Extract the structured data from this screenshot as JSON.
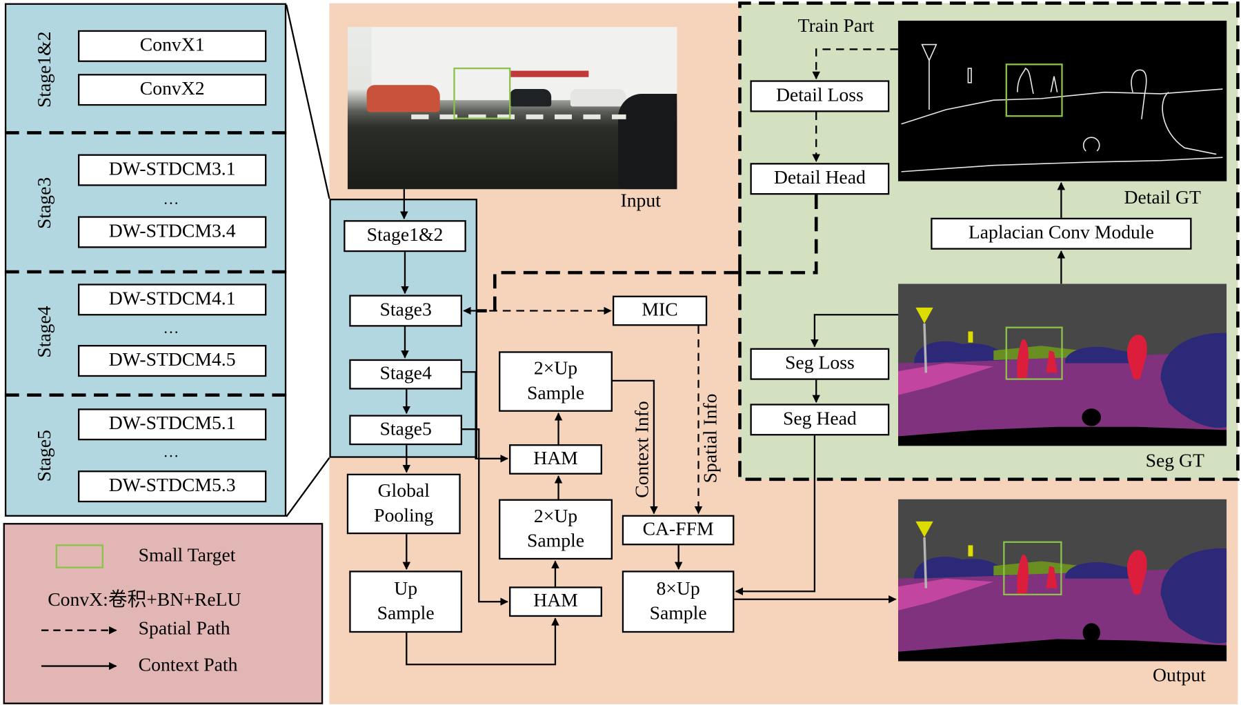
{
  "colors": {
    "backbone_blue": "#b3d7e1",
    "legend_pink": "#e2b6b4",
    "main_peach": "#f5d4bb",
    "train_green": "#d4e1c0",
    "small_target_green": "#8bc34a",
    "seg_road": "#80327f",
    "seg_sidewalk": "#c246a0",
    "seg_car": "#2c2a78",
    "seg_person": "#dc1e3c",
    "seg_sky_building": "#474747",
    "seg_vegetation": "#6b8e23",
    "seg_sign": "#dcdc00"
  },
  "backbone_detail": {
    "stages": [
      {
        "name": "Stage1&2",
        "modules": [
          "ConvX1",
          "ConvX2"
        ],
        "ellipsis": ""
      },
      {
        "name": "Stage3",
        "modules": [
          "DW-STDCM3.1",
          "DW-STDCM3.4"
        ],
        "ellipsis": "…"
      },
      {
        "name": "Stage4",
        "modules": [
          "DW-STDCM4.1",
          "DW-STDCM4.5"
        ],
        "ellipsis": "…"
      },
      {
        "name": "Stage5",
        "modules": [
          "DW-STDCM5.1",
          "DW-STDCM5.3"
        ],
        "ellipsis": "…"
      }
    ]
  },
  "legend": {
    "small_target": "Small Target",
    "convx_def": "ConvX:卷积+BN+ReLU",
    "spatial_path": "Spatial Path",
    "context_path": "Context Path"
  },
  "main": {
    "input_label": "Input",
    "backbone": [
      "Stage1&2",
      "Stage3",
      "Stage4",
      "Stage5"
    ],
    "global_pooling": "Global\nPooling",
    "up_sample": "Up\nSample",
    "up2_top": "2×Up\nSample",
    "up2_mid": "2×Up\nSample",
    "ham_top": "HAM",
    "ham_bottom": "HAM",
    "mic": "MIC",
    "context_info": "Context Info",
    "spatial_info": "Spatial Info",
    "ca_ffm": "CA-FFM",
    "up8": "8×Up\nSample",
    "output_label": "Output"
  },
  "train_part": {
    "title": "Train Part",
    "detail_loss": "Detail Loss",
    "detail_head": "Detail Head",
    "detail_gt": "Detail GT",
    "laplacian": "Laplacian Conv Module",
    "seg_loss": "Seg Loss",
    "seg_head": "Seg Head",
    "seg_gt": "Seg GT"
  }
}
